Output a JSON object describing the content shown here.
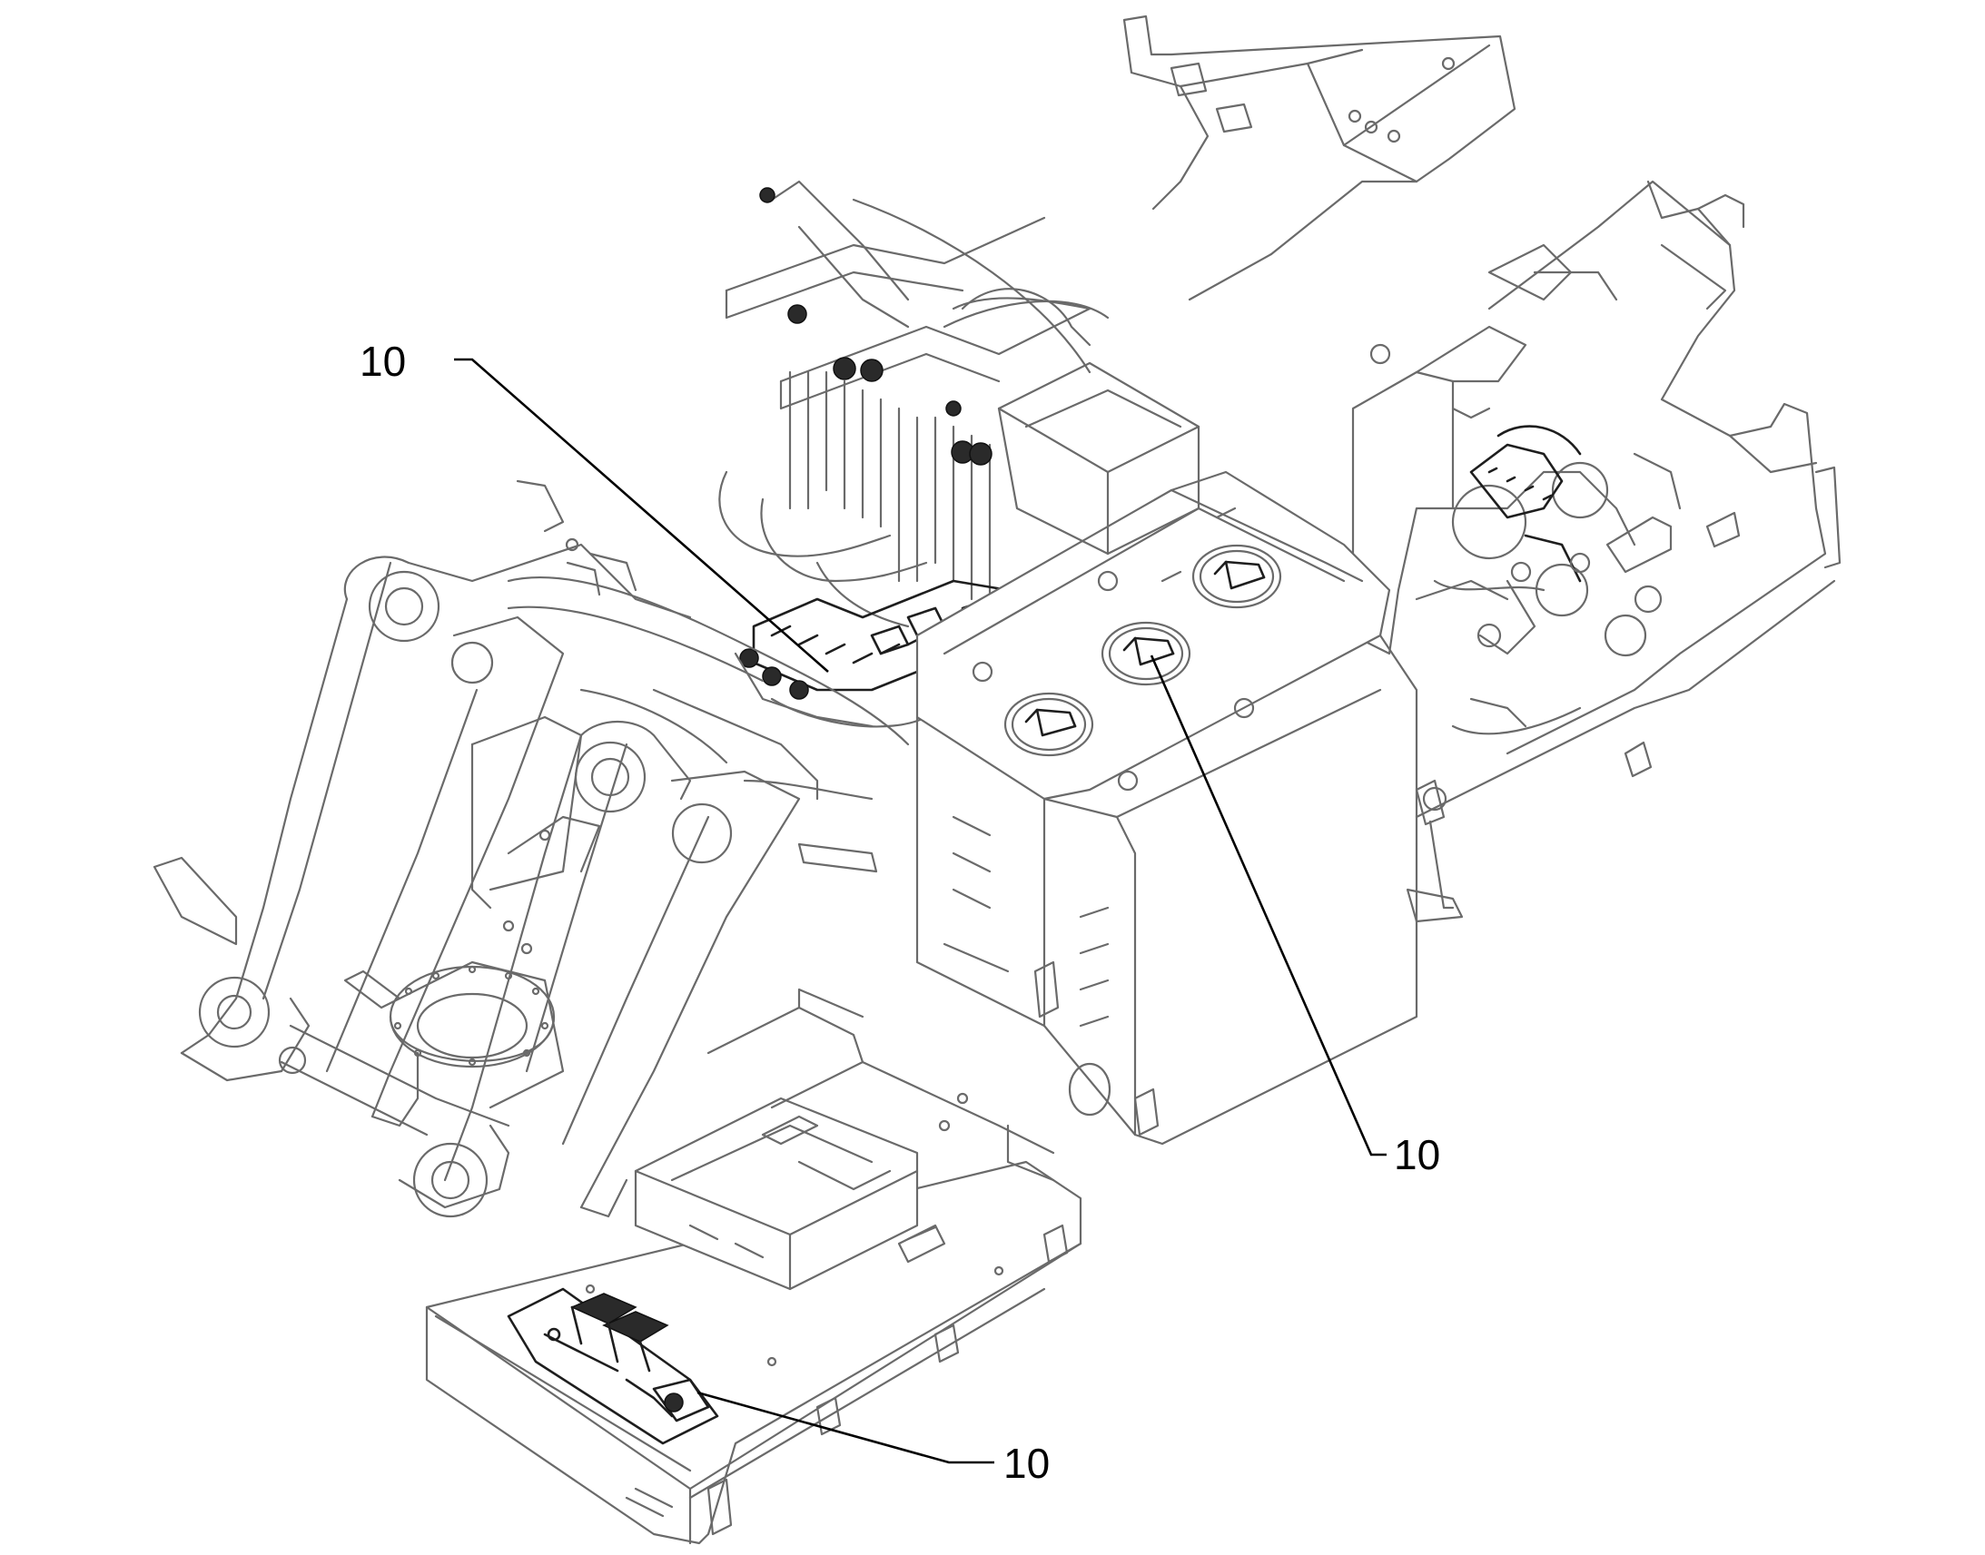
{
  "callouts": [
    {
      "id": "valve-block",
      "label": "10"
    },
    {
      "id": "tank-covers",
      "label": "10"
    },
    {
      "id": "pedal-assembly",
      "label": "10"
    }
  ],
  "colors": {
    "line": "#6a6a6a",
    "detail": "#1e1e1e",
    "leader": "#000000",
    "background": "#ffffff"
  }
}
